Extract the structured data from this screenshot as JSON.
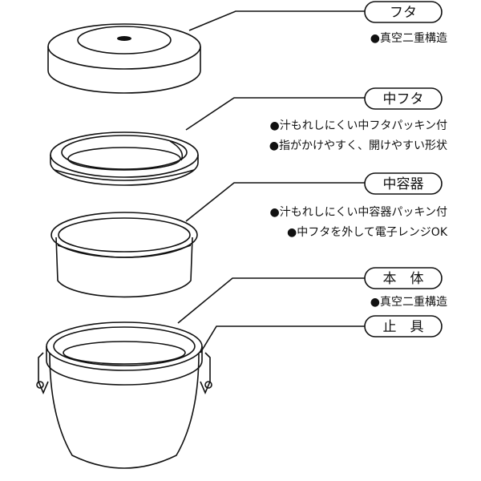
{
  "parts": [
    {
      "label": "フタ",
      "notes": [
        "●真空二重構造"
      ]
    },
    {
      "label": "中フタ",
      "notes": [
        "●汁もれしにくい中フタパッキン付",
        "●指がかけやすく、開けやすい形状"
      ]
    },
    {
      "label": "中容器",
      "notes": [
        "●汁もれしにくい中容器パッキン付",
        "●中フタを外して電子レンジOK"
      ]
    },
    {
      "label": "本　体",
      "notes": [
        "●真空二重構造"
      ]
    },
    {
      "label": "止　具",
      "notes": []
    }
  ],
  "colors": {
    "stroke": "#111111",
    "fill": "#ffffff"
  }
}
